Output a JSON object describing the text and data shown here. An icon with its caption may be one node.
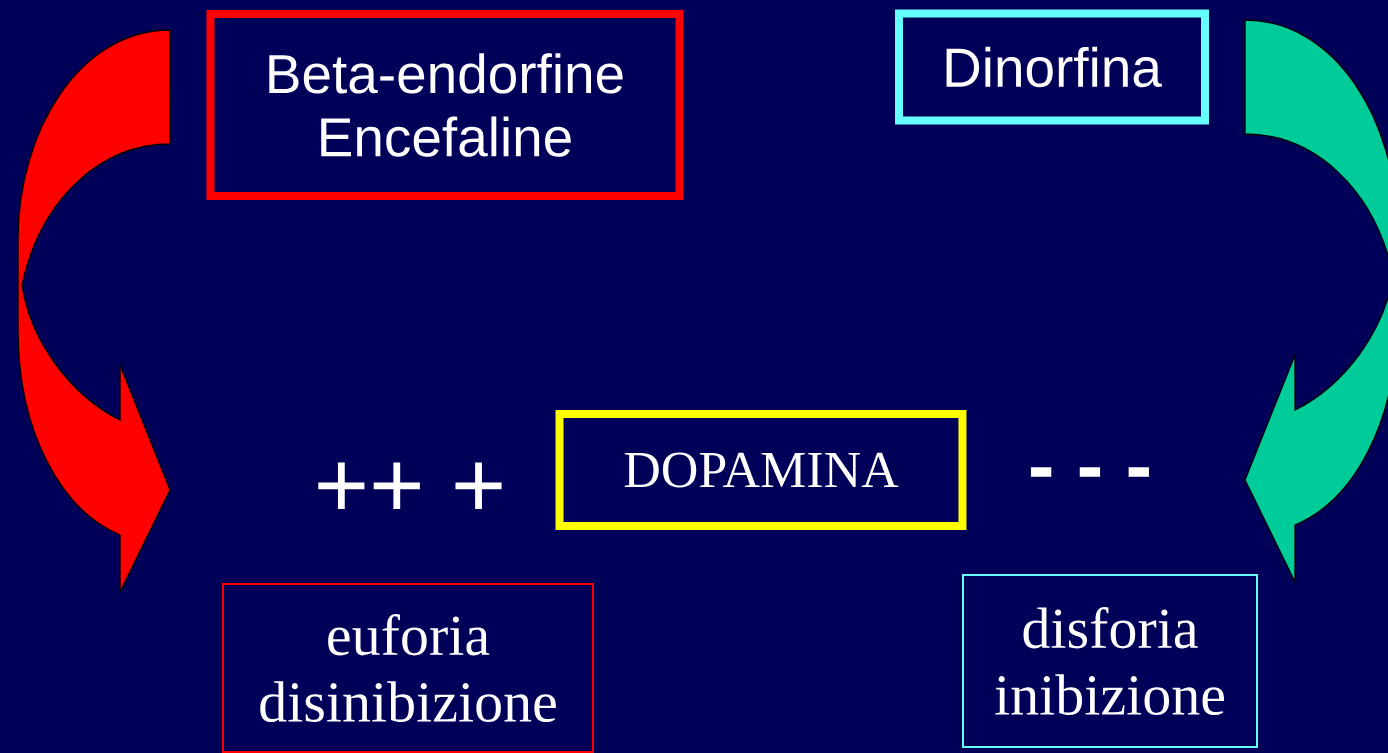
{
  "diagram": {
    "nodes": [
      {
        "text": [
          "Beta-endorfine Encefaline"
        ]
      },
      {
        "text": [
          "Dinorfina"
        ]
      },
      {
        "text": [
          "DOPAMINA"
        ]
      },
      {
        "text": [
          "euforia disinibizione"
        ]
      },
      {
        "text": [
          "disforia inibizione"
        ]
      }
    ],
    "edges": [
      {
        "from": 0,
        "to": null,
        "arrow": "to",
        "color": "#ff0000"
      },
      {
        "from": 1,
        "to": null,
        "arrow": "to",
        "color": "#00cc99"
      }
    ],
    "labels": [
      "++ +",
      "- - -"
    ]
  }
}
